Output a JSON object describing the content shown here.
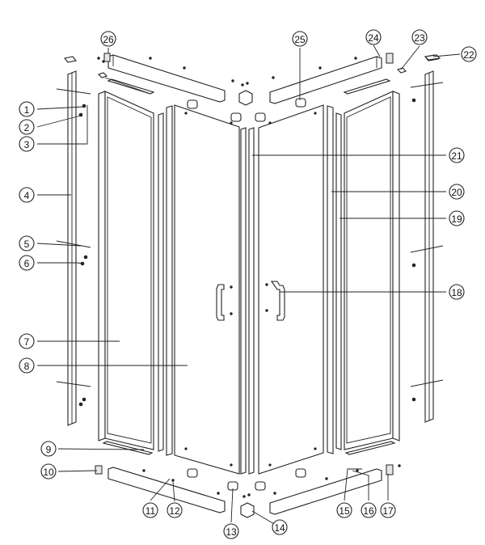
{
  "figure": "shower enclosure exploded view",
  "callouts": [
    "1",
    "2",
    "3",
    "4",
    "5",
    "6",
    "7",
    "8",
    "9",
    "10",
    "11",
    "12",
    "13",
    "14",
    "15",
    "16",
    "17",
    "18",
    "19",
    "20",
    "21",
    "22",
    "23",
    "24",
    "25",
    "26"
  ],
  "colors": {
    "line": "#222222",
    "background": "#ffffff"
  }
}
